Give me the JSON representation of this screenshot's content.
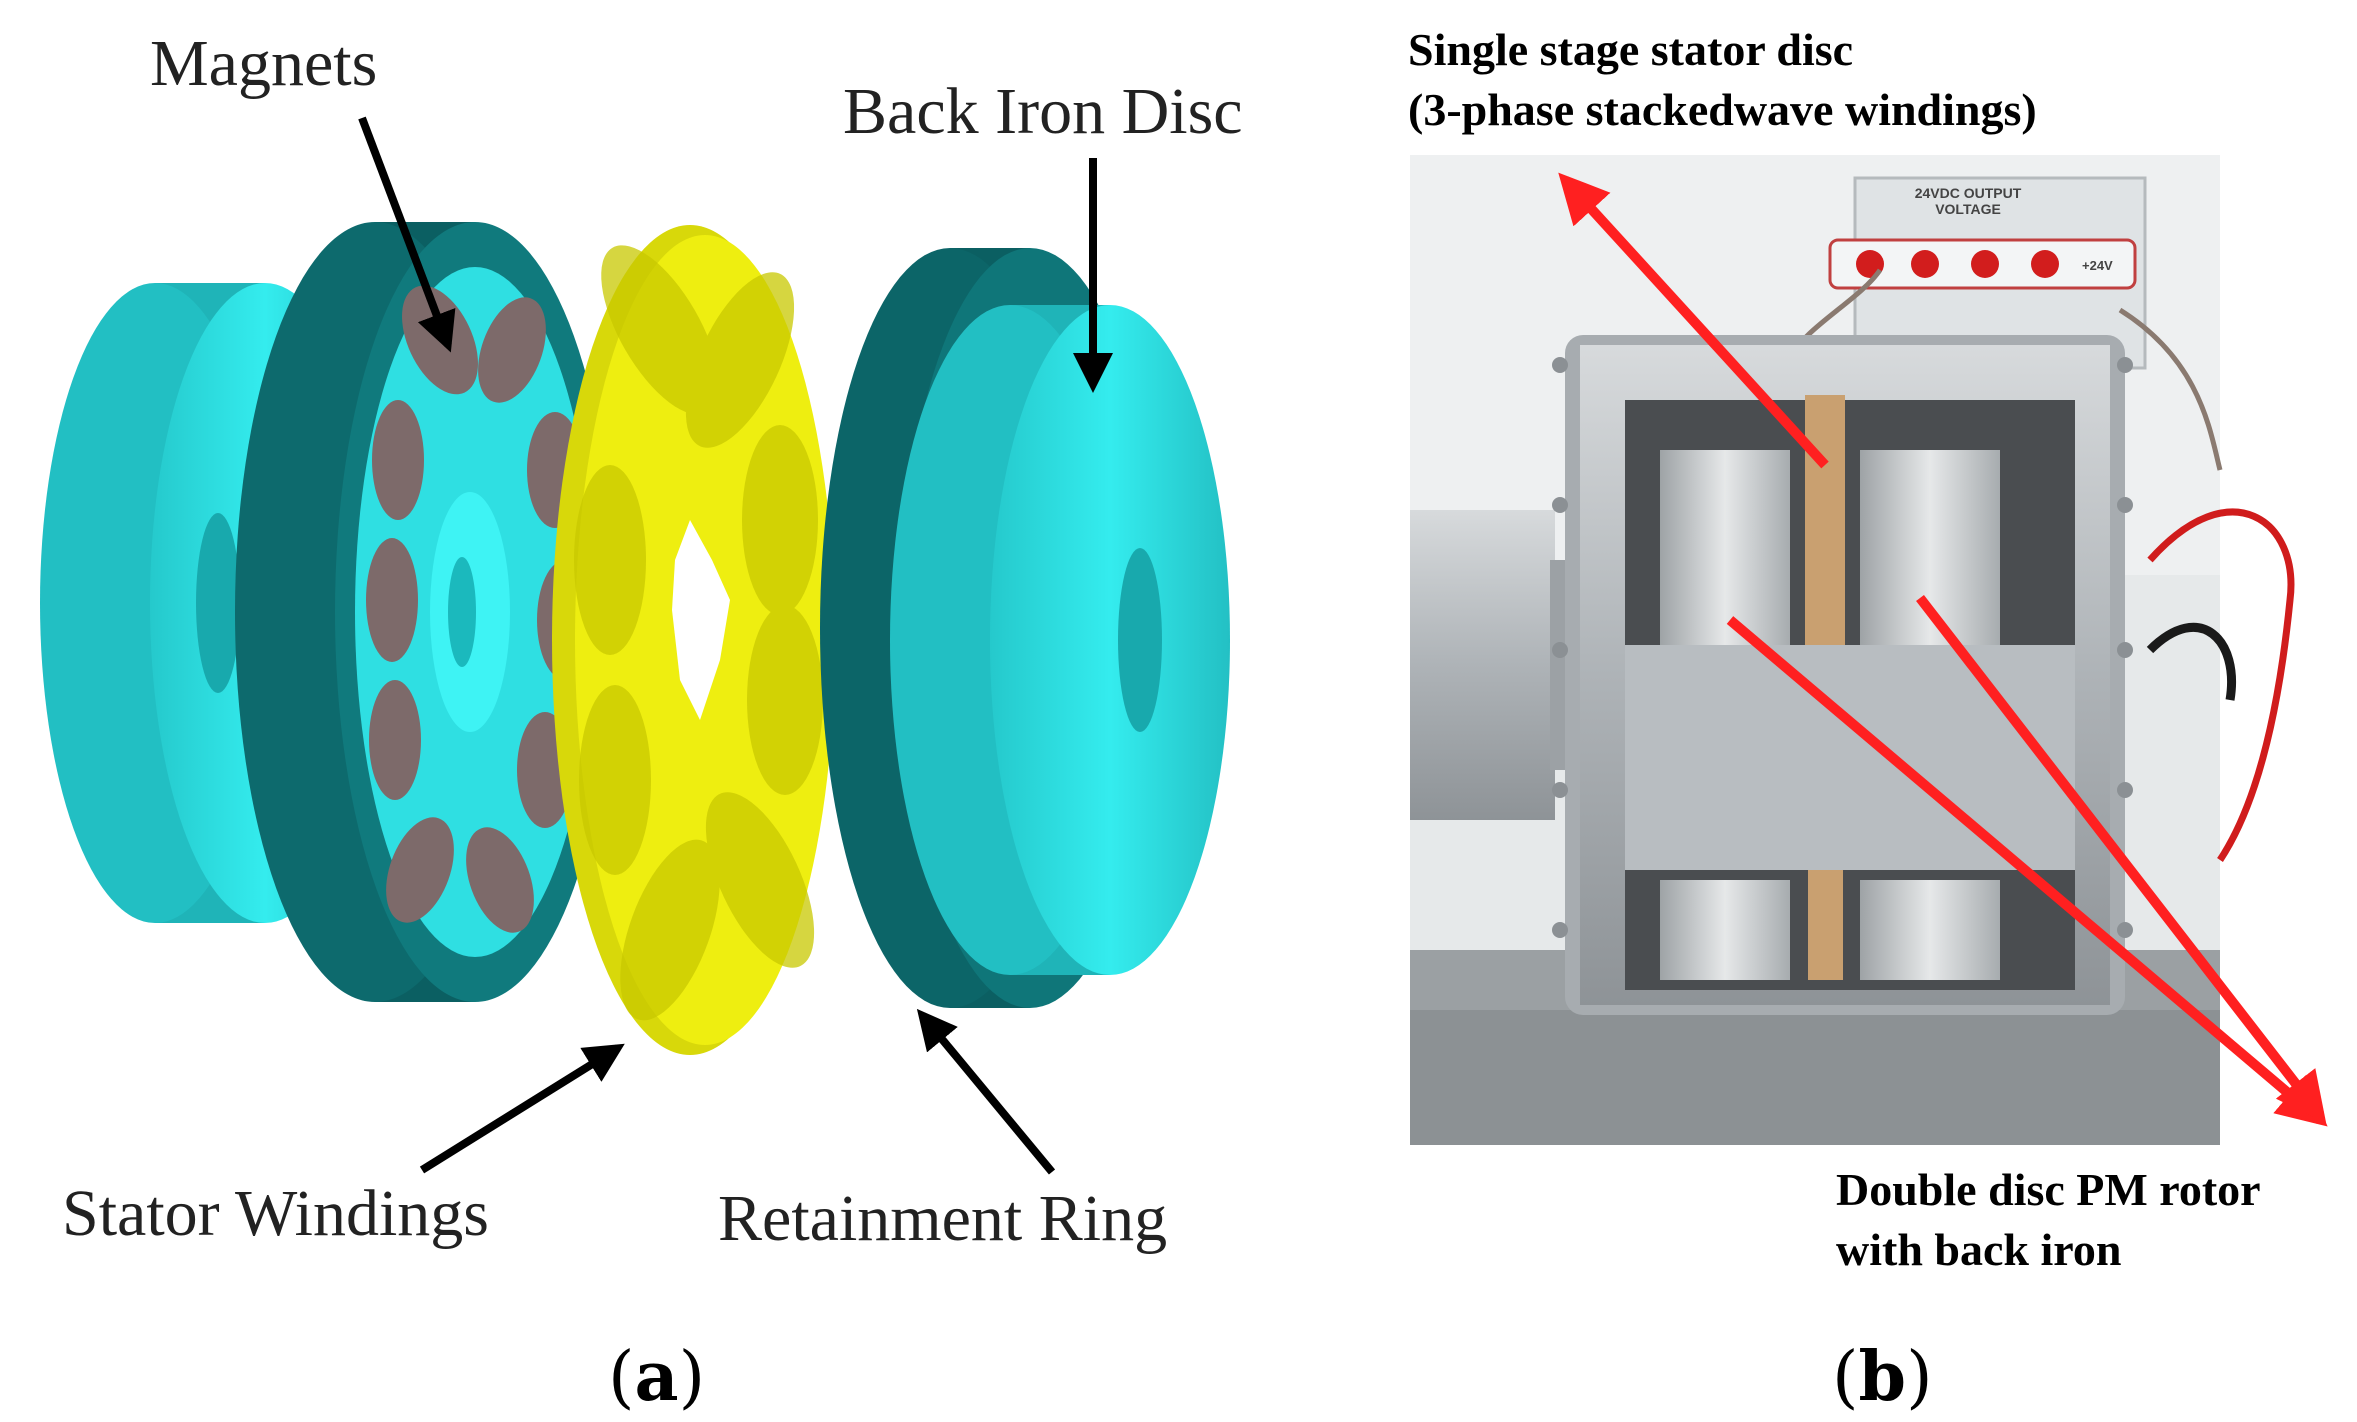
{
  "panel_a": {
    "labels": {
      "magnets": "Magnets",
      "back_iron_disc": "Back Iron Disc",
      "stator_windings": "Stator Windings",
      "retainment_ring": "Retainment Ring"
    },
    "caption": {
      "open": "(",
      "letter": "a",
      "close": ")"
    },
    "colors": {
      "cyan": "#2ee6e6",
      "teal": "#0e6f72",
      "magnet": "#7d6a6a",
      "winding": "#eeee10"
    }
  },
  "panel_b": {
    "labels": {
      "stator_line1": "Single stage stator disc",
      "stator_line2": "(3-phase stackedwave windings)",
      "rotor_line1": "Double disc PM rotor",
      "rotor_line2": "with back iron"
    },
    "panel_text": {
      "output_line1": "24VDC OUTPUT",
      "output_line2": "VOLTAGE",
      "terminal": "+24V"
    },
    "caption": {
      "open": "(",
      "letter": "b",
      "close": ")"
    },
    "colors": {
      "arrow": "#ff2020",
      "housing": "#b9bec2"
    }
  }
}
